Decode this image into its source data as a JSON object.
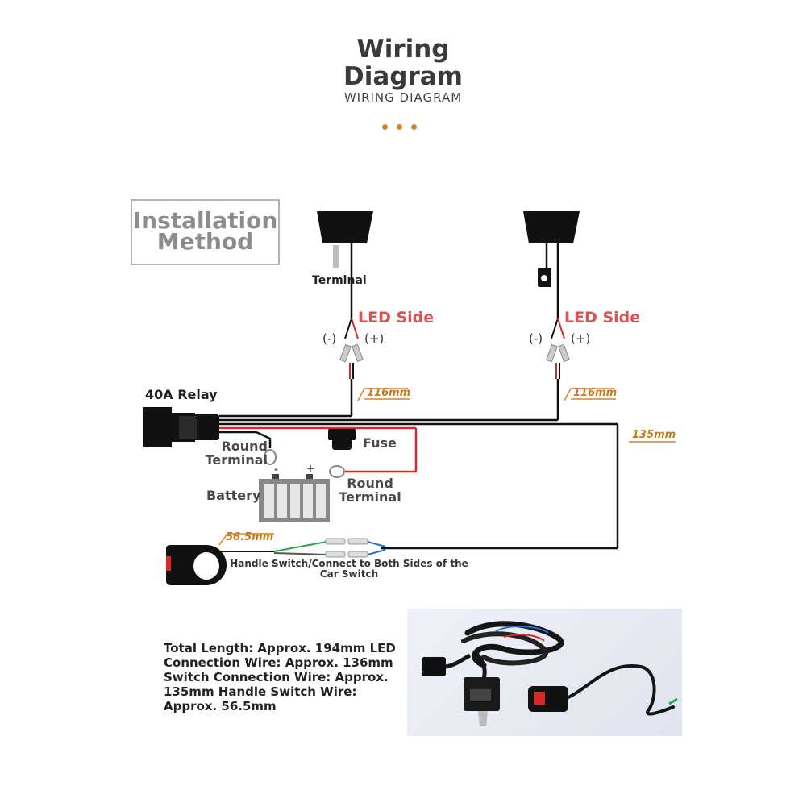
{
  "header": {
    "title": "Wiring Diagram",
    "subtitle": "WIRING DIAGRAM"
  },
  "install_label": "Installation Method",
  "diagram": {
    "terminal_label": "Terminal",
    "led_side_left": "LED Side",
    "led_side_right": "LED Side",
    "minus_left": "(-)",
    "plus_left": "(+)",
    "minus_right": "(-)",
    "plus_right": "(+)",
    "dim_116_left": "116mm",
    "dim_116_right": "116mm",
    "dim_135": "135mm",
    "dim_56_5": "56.5mm",
    "relay_label": "40A Relay",
    "round_terminal_left": "Round Terminal",
    "fuse_label": "Fuse",
    "battery_label": "Battery",
    "battery_minus": "-",
    "battery_plus": "+",
    "round_terminal_right": "Round Terminal",
    "handle_switch_label": "Handle Switch/Connect to Both Sides of the Car Switch"
  },
  "spec_text": "Total Length: Approx. 194mm LED Connection Wire: Approx. 136mm Switch Connection Wire: Approx. 135mm Handle Switch Wire: Approx. 56.5mm",
  "colors": {
    "accent_orange": "#d9822b",
    "led_red": "#e05050",
    "wire_red": "#d42a2a",
    "wire_black": "#111111"
  }
}
